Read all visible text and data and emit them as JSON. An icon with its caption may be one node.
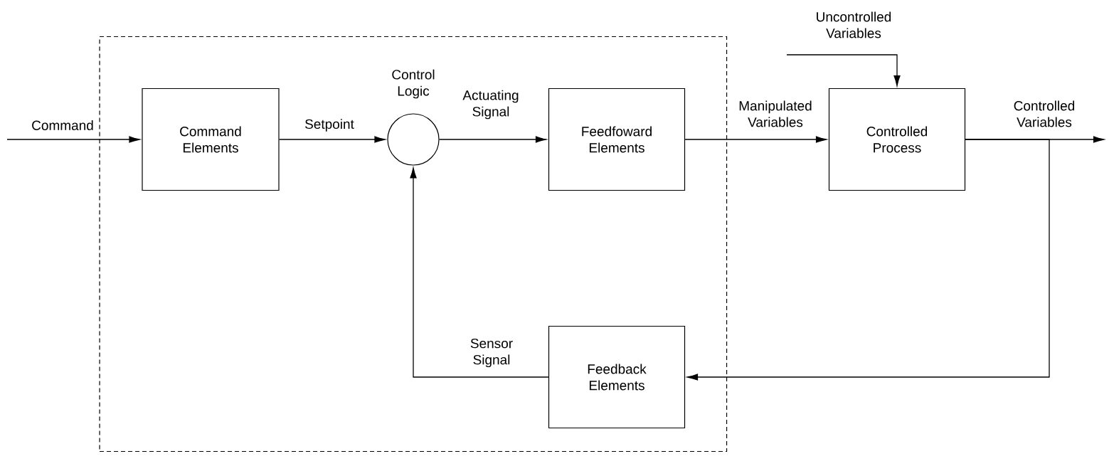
{
  "diagram": {
    "nodes": [
      {
        "text": [],
        "shape": "box"
      },
      {
        "text": [
          "Command Elements"
        ],
        "in": 0
      },
      {
        "text": [],
        "shape": "circle",
        "beside": [
          "Control Logic"
        ],
        "in": 0
      },
      {
        "text": [
          "Feedfoward Elements"
        ],
        "in": 0
      },
      {
        "text": [
          "Controlled Process"
        ]
      },
      {
        "text": [
          "Feedback Elements"
        ],
        "in": 0
      }
    ],
    "edges": [
      {
        "from": null,
        "to": 1,
        "arrow": "to",
        "label": "Command"
      },
      {
        "from": 1,
        "to": 2,
        "arrow": "to",
        "label": "Setpoint"
      },
      {
        "from": 2,
        "to": 3,
        "arrow": "to",
        "label": "Actuating Signal"
      },
      {
        "from": 3,
        "to": 4,
        "arrow": "to",
        "label": "Manipulated Variables"
      },
      {
        "from": null,
        "to": 4,
        "arrow": "to",
        "label": "Uncontrolled Variables"
      },
      {
        "from": 4,
        "to": null,
        "arrow": "to",
        "label": "Controlled Variables"
      },
      {
        "from": 4,
        "to": 5,
        "arrow": "to"
      },
      {
        "from": 5,
        "to": 2,
        "arrow": "to",
        "label": "Sensor Signal"
      }
    ]
  }
}
